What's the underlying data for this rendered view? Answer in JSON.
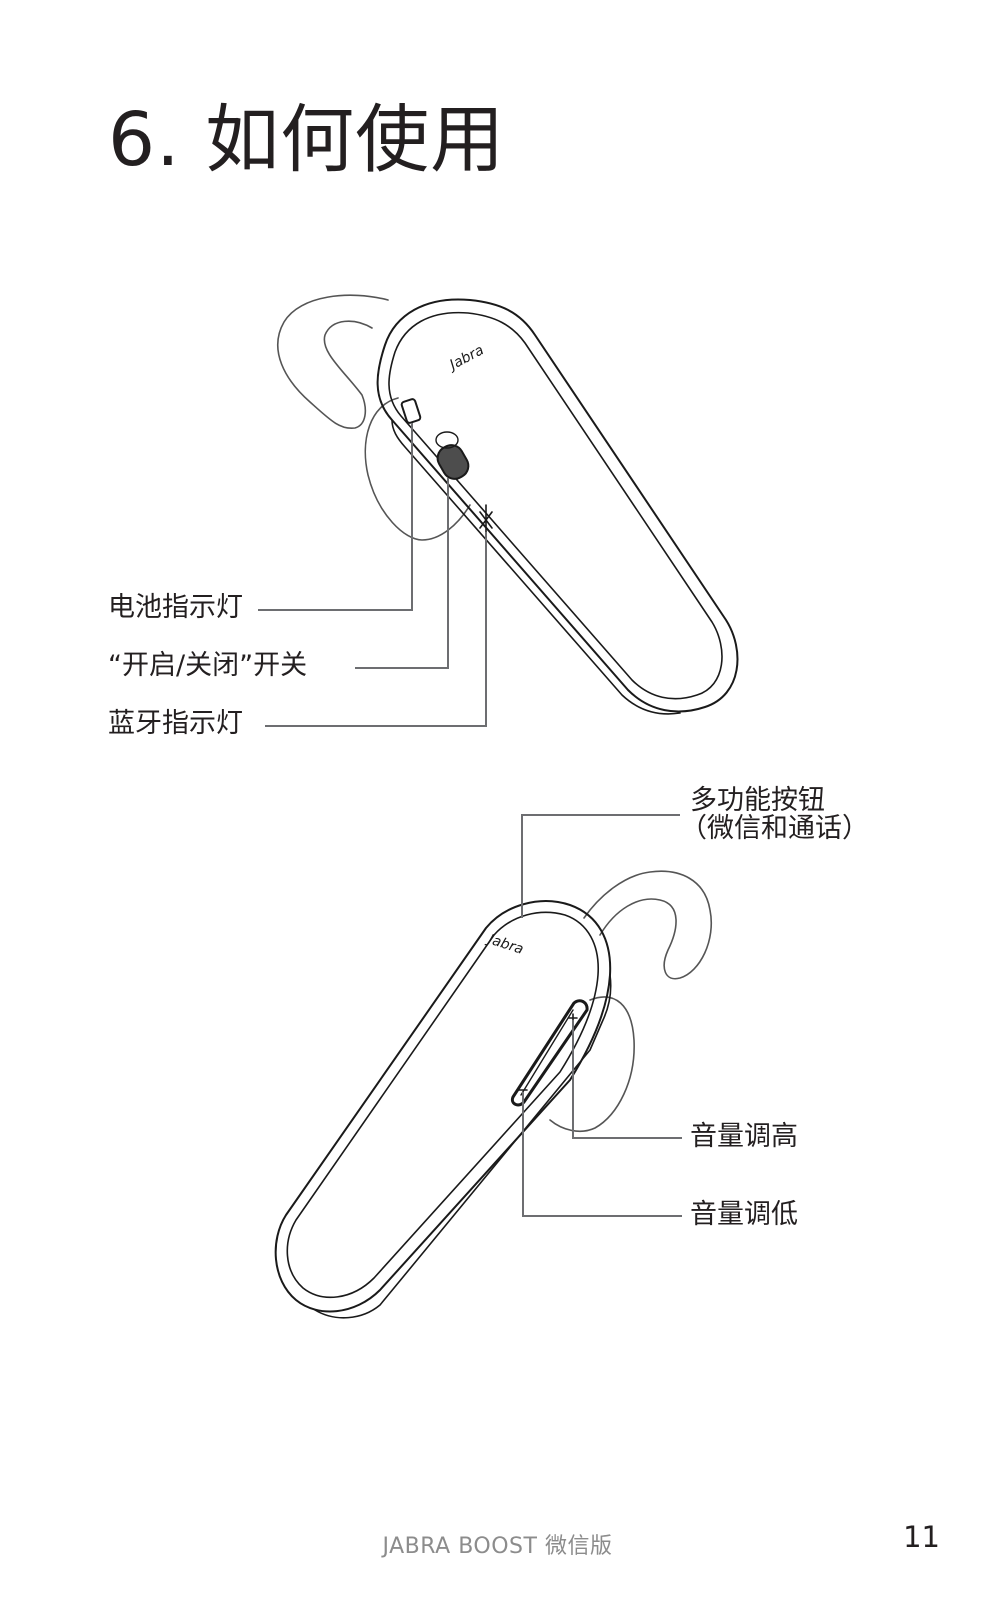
{
  "page": {
    "title": "6. 如何使用",
    "footer": "JABRA BOOST 微信版",
    "page_number": "11"
  },
  "top_figure": {
    "logo": "Jabra",
    "labels": {
      "battery": "电池指示灯",
      "power_switch": "“开启/关闭”开关",
      "bluetooth": "蓝牙指示灯"
    }
  },
  "bottom_figure": {
    "logo": "Jabra",
    "labels": {
      "multifunction_line1": "多功能按钮",
      "multifunction_line2": "（微信和通话）",
      "volume_up": "音量调高",
      "volume_down": "音量调低"
    }
  },
  "colors": {
    "text": "#231f20",
    "line": "#1a1a1a",
    "leader": "#6d6e71",
    "footer": "#8c8c8c",
    "switch": "#4d4d4d"
  }
}
